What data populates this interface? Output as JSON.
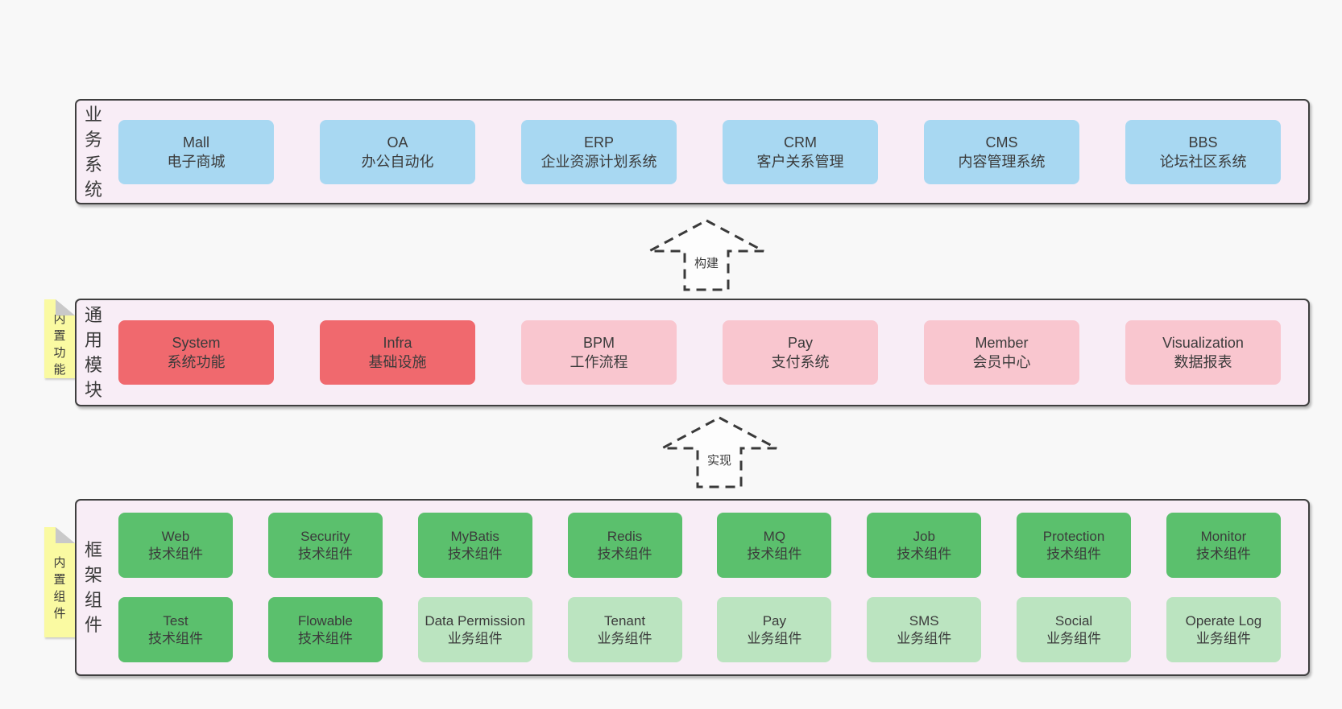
{
  "palette": {
    "page_bg": "#f8f8f8",
    "panel_bg": "#f8edf6",
    "panel_border": "#3f3f3f",
    "blue_box": "#a8d8f2",
    "red_box": "#f0696e",
    "pink_box": "#f9c6cf",
    "green_box": "#5bc06d",
    "light_green_box": "#bbe4c0",
    "sticky_yellow": "#fafaa2",
    "sticky_fold_gray": "#c9c9c9",
    "text": "#3b3b3b"
  },
  "stickies": [
    {
      "text": "内置功能"
    },
    {
      "text": "内置组件"
    }
  ],
  "arrows": [
    {
      "label": "构建"
    },
    {
      "label": "实现"
    }
  ],
  "layers": [
    {
      "label": "业务系统",
      "rows": [
        [
          {
            "en": "Mall",
            "zh": "电子商城",
            "variant": "blue"
          },
          {
            "en": "OA",
            "zh": "办公自动化",
            "variant": "blue"
          },
          {
            "en": "ERP",
            "zh": "企业资源计划系统",
            "variant": "blue"
          },
          {
            "en": "CRM",
            "zh": "客户关系管理",
            "variant": "blue"
          },
          {
            "en": "CMS",
            "zh": "内容管理系统",
            "variant": "blue"
          },
          {
            "en": "BBS",
            "zh": "论坛社区系统",
            "variant": "blue"
          }
        ]
      ]
    },
    {
      "label": "通用模块",
      "sticky": "内置功能",
      "rows": [
        [
          {
            "en": "System",
            "zh": "系统功能",
            "variant": "red"
          },
          {
            "en": "Infra",
            "zh": "基础设施",
            "variant": "red"
          },
          {
            "en": "BPM",
            "zh": "工作流程",
            "variant": "pink"
          },
          {
            "en": "Pay",
            "zh": "支付系统",
            "variant": "pink"
          },
          {
            "en": "Member",
            "zh": "会员中心",
            "variant": "pink"
          },
          {
            "en": "Visualization",
            "zh": "数据报表",
            "variant": "pink"
          }
        ]
      ]
    },
    {
      "label": "框架组件",
      "sticky": "内置组件",
      "rows": [
        [
          {
            "en": "Web",
            "zh": "技术组件",
            "variant": "green"
          },
          {
            "en": "Security",
            "zh": "技术组件",
            "variant": "green"
          },
          {
            "en": "MyBatis",
            "zh": "技术组件",
            "variant": "green"
          },
          {
            "en": "Redis",
            "zh": "技术组件",
            "variant": "green"
          },
          {
            "en": "MQ",
            "zh": "技术组件",
            "variant": "green"
          },
          {
            "en": "Job",
            "zh": "技术组件",
            "variant": "green"
          },
          {
            "en": "Protection",
            "zh": "技术组件",
            "variant": "green"
          },
          {
            "en": "Monitor",
            "zh": "技术组件",
            "variant": "green"
          }
        ],
        [
          {
            "en": "Test",
            "zh": "技术组件",
            "variant": "green"
          },
          {
            "en": "Flowable",
            "zh": "技术组件",
            "variant": "green"
          },
          {
            "en": "Data Permission",
            "zh": "业务组件",
            "variant": "green-light"
          },
          {
            "en": "Tenant",
            "zh": "业务组件",
            "variant": "green-light"
          },
          {
            "en": "Pay",
            "zh": "业务组件",
            "variant": "green-light"
          },
          {
            "en": "SMS",
            "zh": "业务组件",
            "variant": "green-light"
          },
          {
            "en": "Social",
            "zh": "业务组件",
            "variant": "green-light"
          },
          {
            "en": "Operate Log",
            "zh": "业务组件",
            "variant": "green-light"
          }
        ]
      ]
    }
  ]
}
